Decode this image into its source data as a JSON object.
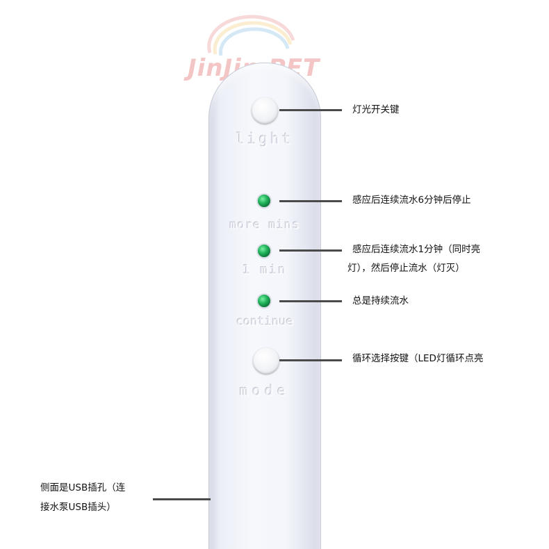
{
  "logo": {
    "text": "JinJin PET"
  },
  "device": {
    "light_label": "light",
    "more_mins_label": "more mins",
    "one_min_label": "1 min",
    "continue_label": "continue",
    "mode_label": "mode"
  },
  "callouts": {
    "light_key": "灯光开关键",
    "six_min": "感应后连续流水6分钟后停止",
    "one_min_line1": "感应后连续流水1分钟（同时亮",
    "one_min_line2": "灯），然后停止流水（灯灭）",
    "continuous": "总是持续流水",
    "mode_key": "循环选择按键（LED灯循环点亮",
    "usb_line1": "侧面是USB插孔（连",
    "usb_line2": "接水泵USB插头）"
  },
  "colors": {
    "led_green": "#1fb35a",
    "leader_line": "#4a4a4a"
  }
}
